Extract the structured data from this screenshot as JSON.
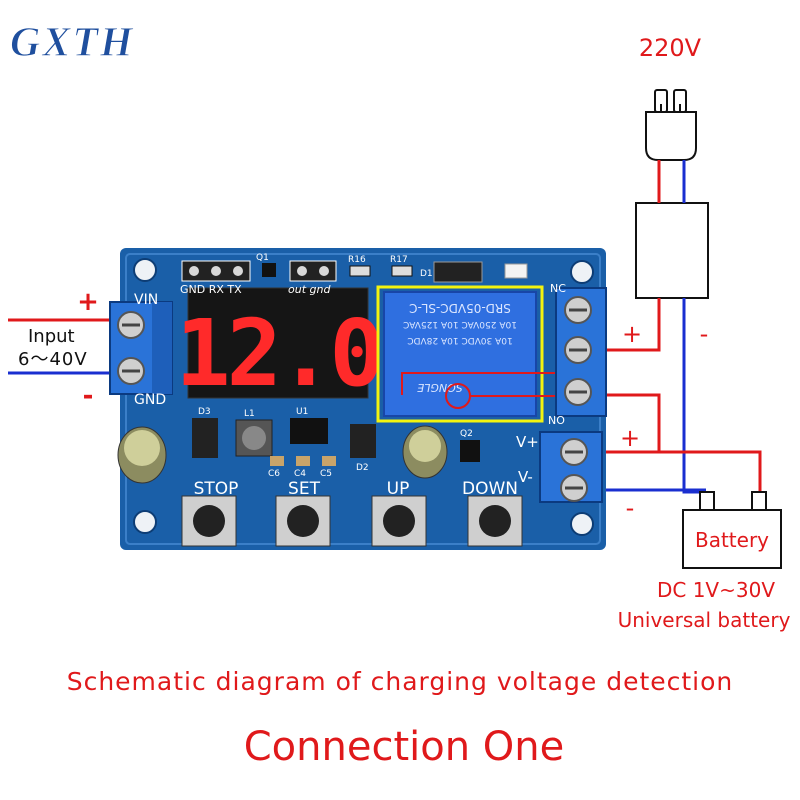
{
  "brand": {
    "logo_text": "GXTH",
    "color": "#1f4f9e"
  },
  "power": {
    "label": "220V"
  },
  "board": {
    "display": "12.0",
    "header_labels": [
      "GND RX TX",
      "out gnd"
    ],
    "vin": "VIN",
    "gnd": "GND",
    "terminal_labels": {
      "nc": "NC",
      "no": "NO",
      "vplus": "V+",
      "vminus": "V-"
    },
    "relay_lines": [
      "SRD-05VDC-SL-C",
      "10A 250VAC  10A 125VAC",
      "10A 30VDC  10A 28VDC",
      "SONGLE"
    ],
    "component_labels": [
      "Q1",
      "R16",
      "R17",
      "D1",
      "D3",
      "L1",
      "C6",
      "C4",
      "C5",
      "D2",
      "Q2",
      "U1"
    ],
    "buttons": [
      "STOP",
      "SET",
      "UP",
      "DOWN"
    ]
  },
  "input": {
    "title": "Input",
    "range": "6～40V",
    "plus": "+",
    "minus": "-"
  },
  "relay_wiring": {
    "plus": "+",
    "minus": "-"
  },
  "battery_wiring": {
    "plus": "+",
    "minus": "-"
  },
  "battery": {
    "label": "Battery",
    "spec_line1": "DC 1V~30V",
    "spec_line2": "Universal battery"
  },
  "caption": {
    "line1": "Schematic diagram of charging voltage detection",
    "line2": "Connection One"
  },
  "colors": {
    "wire_red": "#e0191b",
    "wire_blue": "#1a2fd0",
    "pcb": "#1a5fa8",
    "relay": "#2f6fe0",
    "text_red": "#e0191b",
    "highlight": "#f3f30f"
  }
}
